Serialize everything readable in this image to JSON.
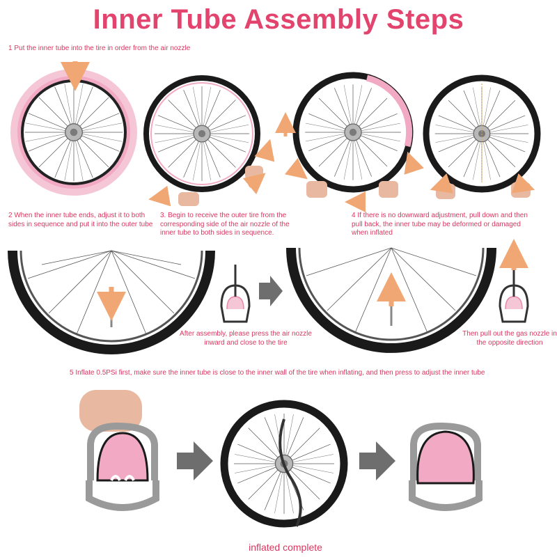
{
  "title": "Inner Tube Assembly Steps",
  "steps": {
    "step1": "1 Put the inner tube into the tire in order from the air nozzle",
    "step2": "2 When the inner tube ends, adjust it to both sides in sequence and put it into the outer tube",
    "step3": "3. Begin to receive the outer tire from the corresponding side of the air nozzle of the inner tube to both sides in sequence.",
    "step4": "4 If there is no downward adjustment, pull down and then pull back, the inner tube may be deformed or damaged when inflated",
    "press_note": "After assembly, please press the air nozzle inward and close to the tire",
    "pull_note": "Then pull out the gas nozzle in the opposite direction",
    "step5": "5 Inflate 0.5PSi first, make sure the inner tube is close to the inner wall of the tire when inflating, and then press to adjust the inner tube",
    "inflated": "inflated complete"
  },
  "colors": {
    "title": "#e2446e",
    "caption": "#d9365f",
    "tube_pink": "#f2a9c4",
    "tire": "#1a1a1a",
    "arrow_orange": "#f0a774",
    "arrow_gray": "#6e6e6e",
    "rim_gray": "#9a9a9a"
  }
}
